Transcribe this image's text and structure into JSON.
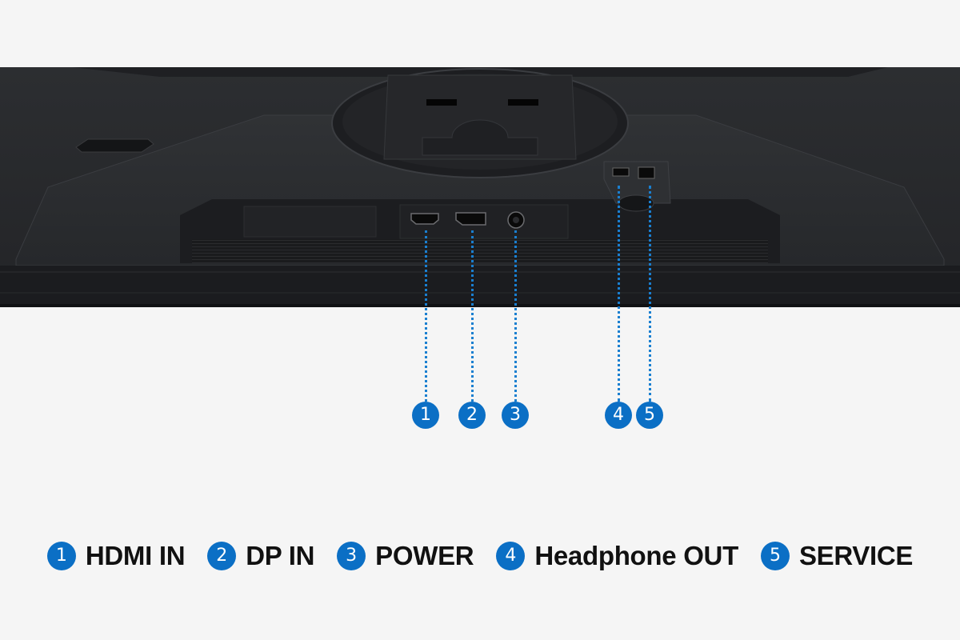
{
  "diagram": {
    "subject": "Monitor rear/bottom port layout",
    "accent_color": "#0b6fc5",
    "callouts": [
      {
        "number": "1",
        "label": "HDMI IN",
        "port": "hdmi"
      },
      {
        "number": "2",
        "label": "DP IN",
        "port": "displayport"
      },
      {
        "number": "3",
        "label": "POWER",
        "port": "dc-power"
      },
      {
        "number": "4",
        "label": "Headphone OUT",
        "port": "headphone"
      },
      {
        "number": "5",
        "label": "SERVICE",
        "port": "usb-service"
      }
    ]
  }
}
